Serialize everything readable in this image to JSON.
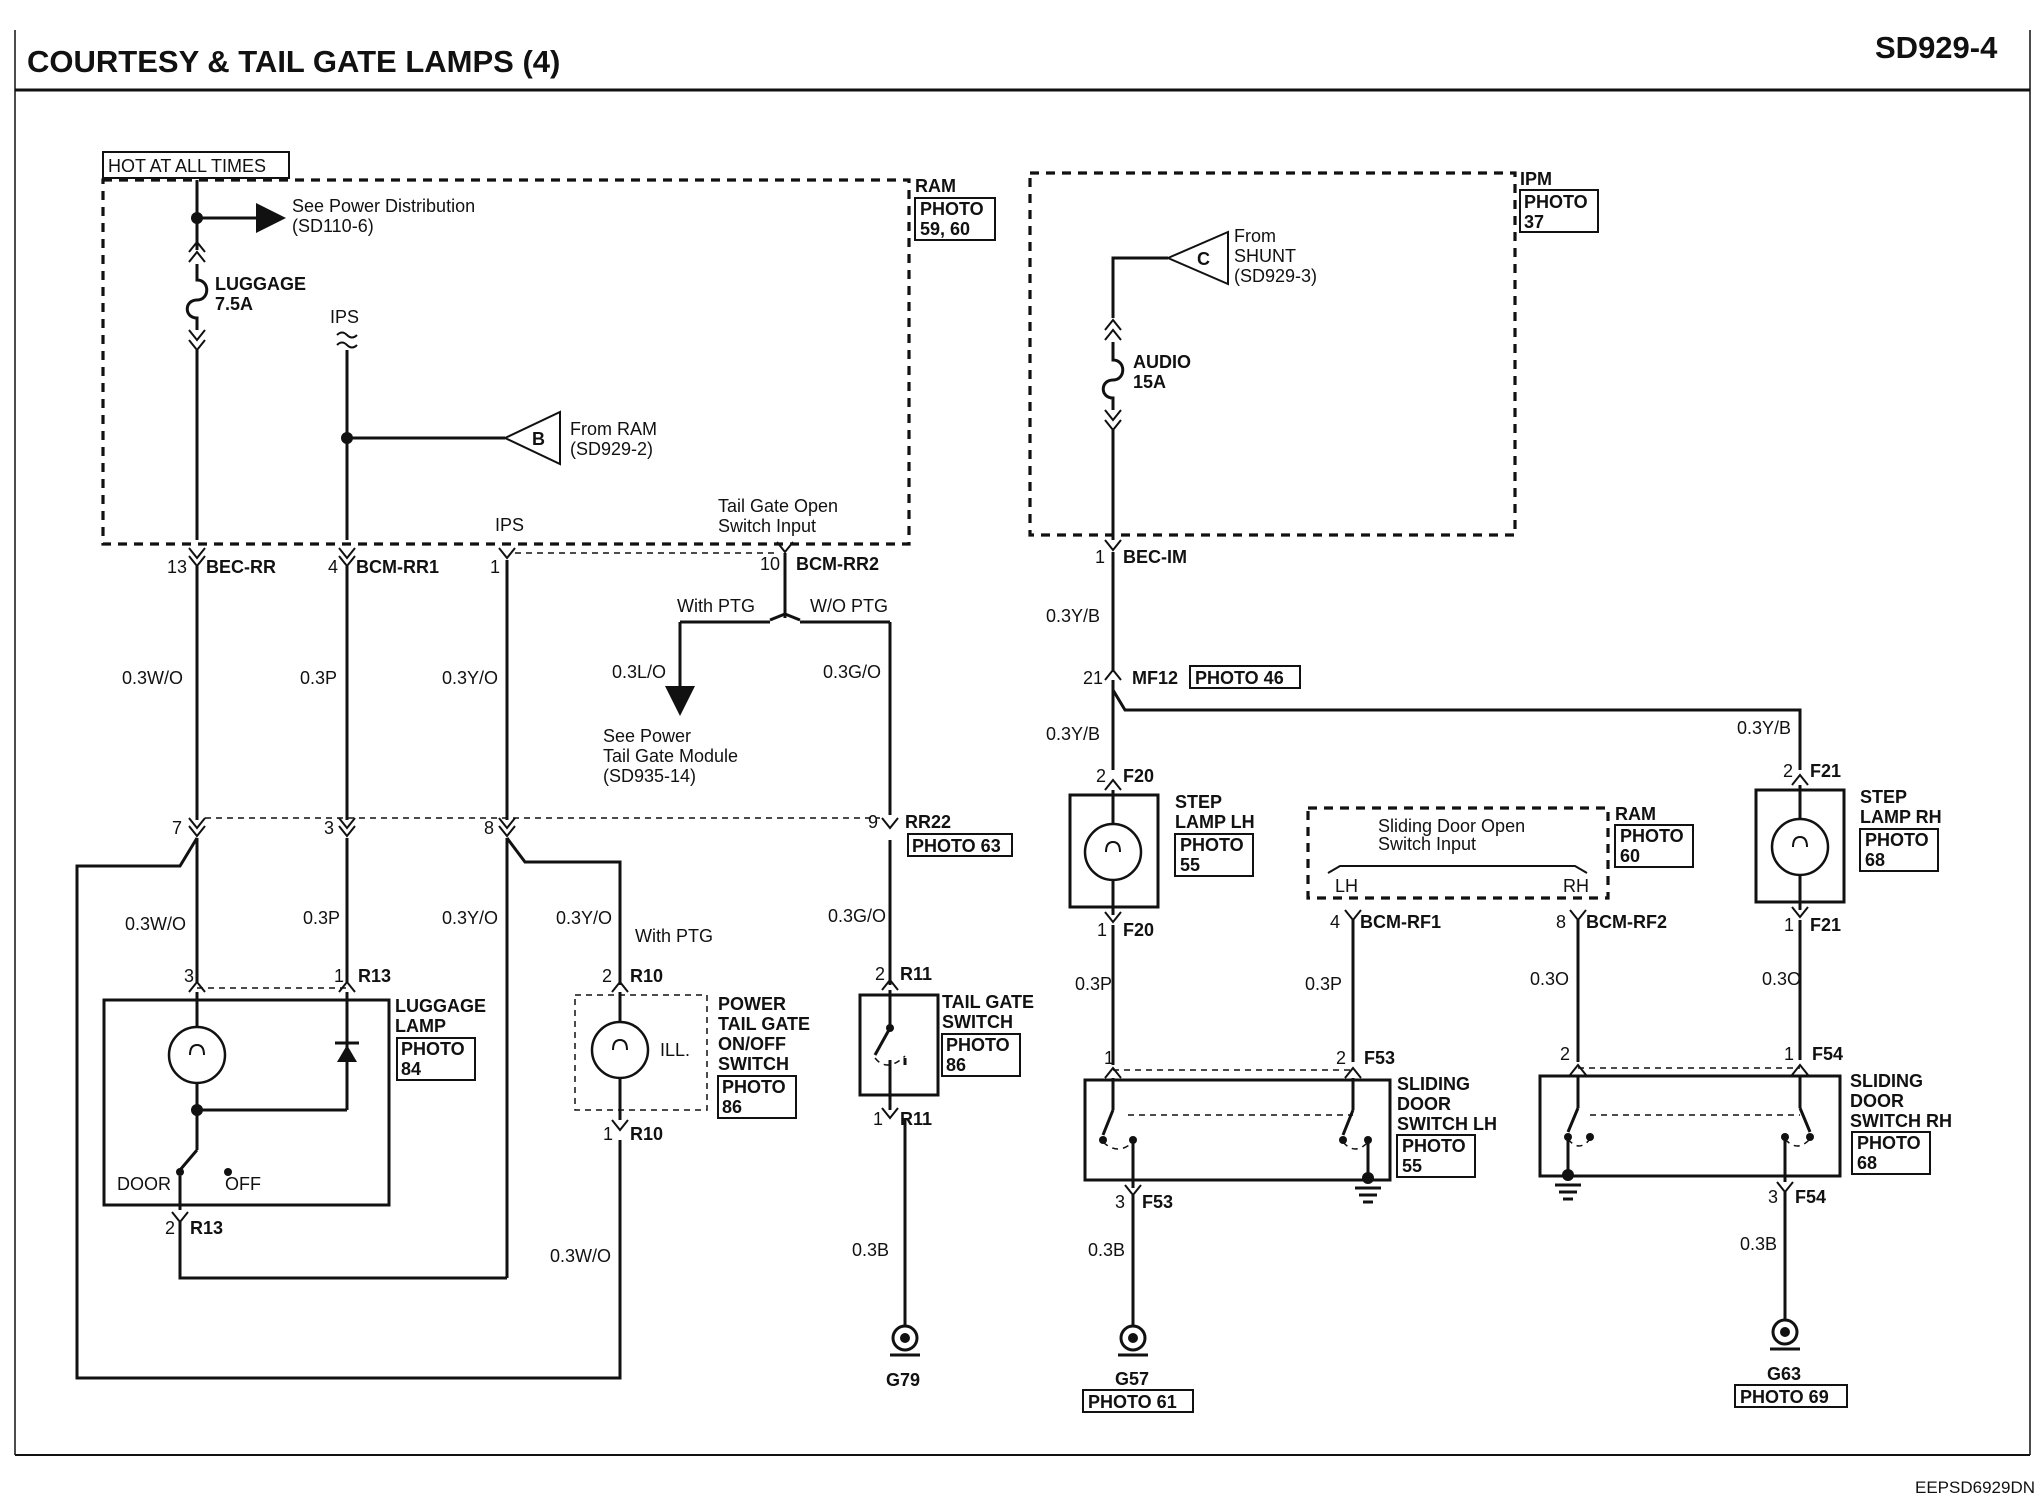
{
  "title": "COURTESY & TAIL GATE LAMPS (4)",
  "page_code": "SD929-4",
  "footer_code": "EEPSD6929DN",
  "labels": {
    "hot": "HOT AT ALL TIMES",
    "see_power": "See Power Distribution",
    "see_power_ref": "(SD110-6)",
    "luggage_fuse": "LUGGAGE",
    "luggage_amp": "7.5A",
    "ips": "IPS",
    "from_ram": "From RAM",
    "from_ram_ref": "(SD929-2)",
    "conn_b": "B",
    "ram": "RAM",
    "photo": "PHOTO",
    "photo_5960": "59, 60",
    "ips2": "IPS",
    "tg_open_1": "Tail Gate Open",
    "tg_open_2": "Switch Input",
    "bec_rr": "BEC-RR",
    "bcm_rr1": "BCM-RR1",
    "bcm_rr2": "BCM-RR2",
    "pin13": "13",
    "pin4": "4",
    "pin1a": "1",
    "pin10": "10",
    "with_ptg": "With PTG",
    "wo_ptg": "W/O PTG",
    "w_03wo": "0.3W/O",
    "w_03p": "0.3P",
    "w_03yo": "0.3Y/O",
    "w_03lo": "0.3L/O",
    "w_03go": "0.3G/O",
    "see_ptg_1": "See Power",
    "see_ptg_2": "Tail Gate Module",
    "see_ptg_3": "(SD935-14)",
    "pin7": "7",
    "pin3a": "3",
    "pin8": "8",
    "pin9": "9",
    "rr22": "RR22",
    "photo63": "PHOTO 63",
    "w_03wo_b": "0.3W/O",
    "w_03p_b": "0.3P",
    "w_03yo_b": "0.3Y/O",
    "w_03yo_c": "0.3Y/O",
    "with_ptg_b": "With PTG",
    "w_03go_b": "0.3G/O",
    "pin3b": "3",
    "pin1b": "1",
    "r13": "R13",
    "luggage_lamp_1": "LUGGAGE",
    "luggage_lamp_2": "LAMP",
    "photo84": "84",
    "door": "DOOR",
    "off": "OFF",
    "pin2a": "2",
    "r13b": "R13",
    "pin2b": "2",
    "r10": "R10",
    "ptg_sw_1": "POWER",
    "ptg_sw_2": "TAIL GATE",
    "ptg_sw_3": "ON/OFF",
    "ptg_sw_4": "SWITCH",
    "photo86a": "86",
    "ill": "ILL.",
    "pin1c": "1",
    "r10b": "R10",
    "w_03wo_c": "0.3W/O",
    "pin2c": "2",
    "r11": "R11",
    "tg_sw_1": "TAIL GATE",
    "tg_sw_2": "SWITCH",
    "photo86b": "86",
    "pin1d": "1",
    "r11b": "R11",
    "w_03b_a": "0.3B",
    "g79": "G79",
    "ipm": "IPM",
    "photo37": "37",
    "conn_c": "C",
    "from_shunt_1": "From",
    "from_shunt_2": "SHUNT",
    "from_shunt_3": "(SD929-3)",
    "audio_fuse": "AUDIO",
    "audio_amp": "15A",
    "pin1e": "1",
    "bec_im": "BEC-IM",
    "w_03yb_a": "0.3Y/B",
    "pin21": "21",
    "mf12": "MF12",
    "photo46": "PHOTO 46",
    "w_03yb_b": "0.3Y/B",
    "w_03yb_c": "0.3Y/B",
    "pin2d": "2",
    "f20": "F20",
    "step_lh_1": "STEP",
    "step_lh_2": "LAMP LH",
    "photo55a": "55",
    "pin1f": "1",
    "f20b": "F20",
    "sliding_1": "Sliding Door Open",
    "sliding_2": "Switch Input",
    "ram2": "RAM",
    "photo60": "60",
    "lh": "LH",
    "rh": "RH",
    "pin4b": "4",
    "bcm_rf1": "BCM-RF1",
    "pin8b": "8",
    "bcm_rf2": "BCM-RF2",
    "pin2e": "2",
    "f21": "F21",
    "step_rh_1": "STEP",
    "step_rh_2": "LAMP RH",
    "photo68a": "68",
    "pin1g": "1",
    "f21b": "F21",
    "w_03p_c": "0.3P",
    "w_03p_d": "0.3P",
    "w_03o_a": "0.3O",
    "w_03o_b": "0.3O",
    "pin1h": "1",
    "pin2f": "2",
    "f53": "F53",
    "pin2g": "2",
    "pin1i": "1",
    "f54": "F54",
    "sdlh_1": "SLIDING",
    "sdlh_2": "DOOR",
    "sdlh_3": "SWITCH LH",
    "photo55b": "55",
    "sdrh_1": "SLIDING",
    "sdrh_2": "DOOR",
    "sdrh_3": "SWITCH RH",
    "photo68b": "68",
    "pin3c": "3",
    "f53b": "F53",
    "pin3d": "3",
    "f54b": "F54",
    "w_03b_b": "0.3B",
    "w_03b_c": "0.3B",
    "g57": "G57",
    "photo61": "PHOTO 61",
    "g63": "G63",
    "photo69": "PHOTO 69"
  }
}
